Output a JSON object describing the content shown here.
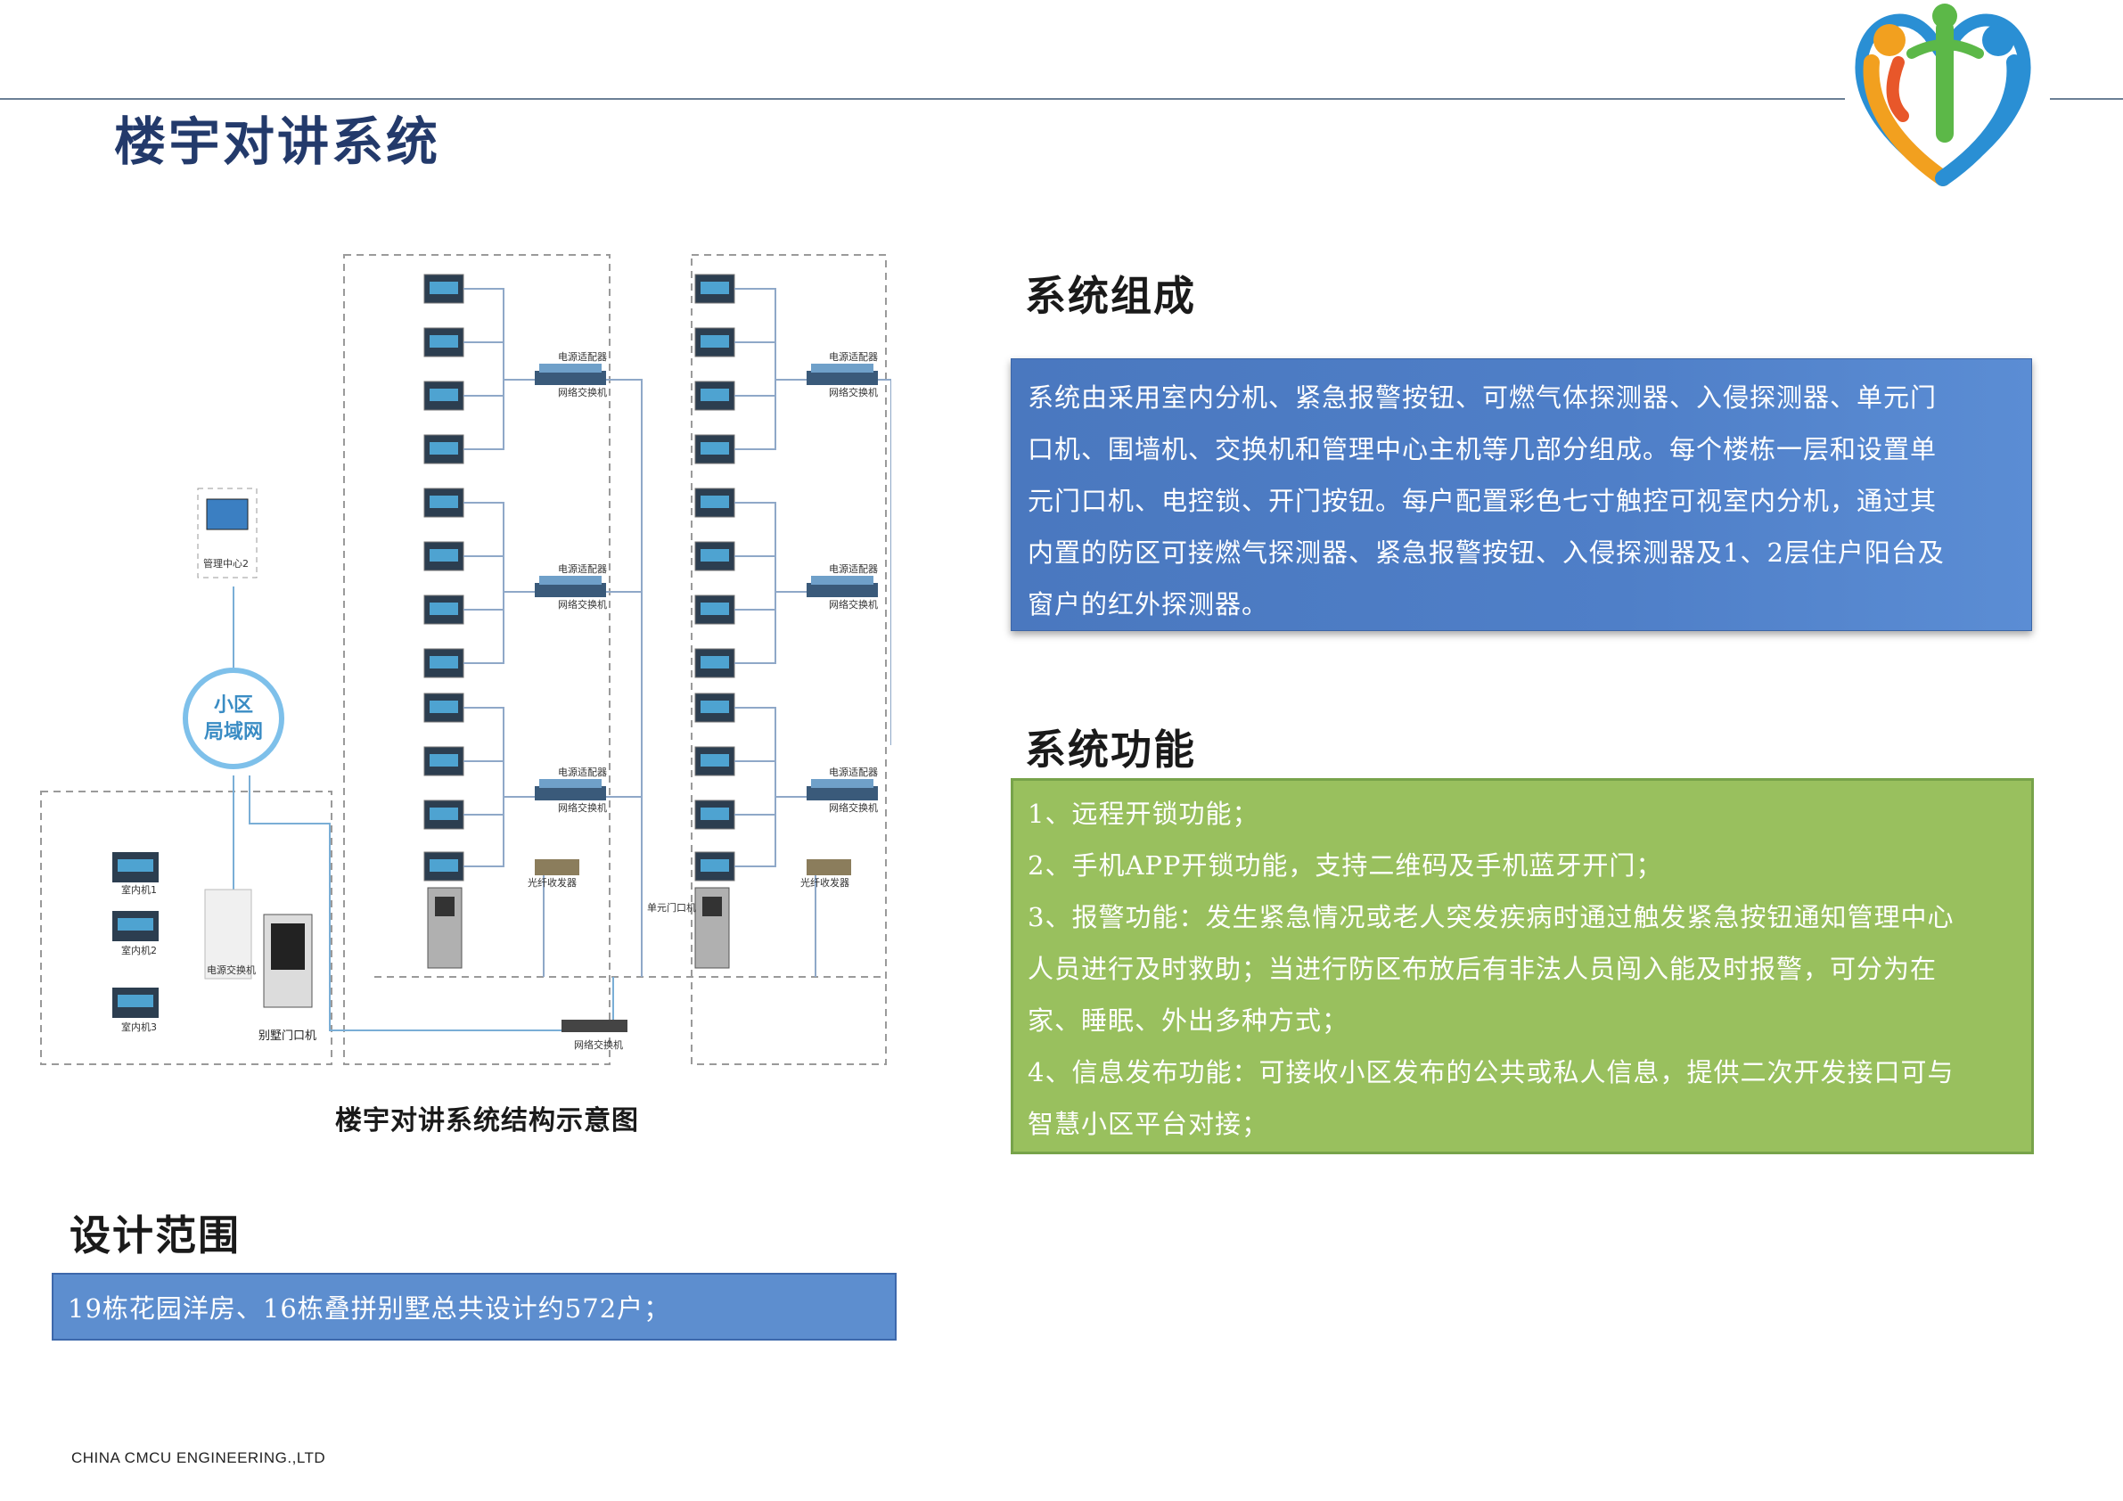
{
  "page": {
    "title": "楼宇对讲系统",
    "logo_icon": "people-heart-logo-icon"
  },
  "composition": {
    "heading": "系统组成",
    "lines": [
      "系统由采用室内分机、紧急报警按钮、可燃气体探测器、入侵探测器、单元门",
      "口机、围墙机、交换机和管理中心主机等几部分组成。每个楼栋一层和设置单",
      "元门口机、电控锁、开门按钮。每户配置彩色七寸触控可视室内分机，通过其",
      "内置的防区可接燃气探测器、紧急报警按钮、入侵探测器及1、2层住户阳台及",
      "窗户的红外探测器。"
    ]
  },
  "functions": {
    "heading": "系统功能",
    "lines": [
      "1、远程开锁功能；",
      "2、手机APP开锁功能，支持二维码及手机蓝牙开门；",
      "3、报警功能：发生紧急情况或老人突发疾病时通过触发紧急按钮通知管理中心",
      "人员进行及时救助；当进行防区布放后有非法人员闯入能及时报警，可分为在",
      "家、睡眠、外出多种方式；",
      "4、信息发布功能：可接收小区发布的公共或私人信息，提供二次开发接口可与",
      "智慧小区平台对接；"
    ]
  },
  "scope": {
    "heading": "设计范围",
    "text": "19栋花园洋房、16栋叠拼别墅总共设计约572户；"
  },
  "diagram": {
    "caption": "楼宇对讲系统结构示意图",
    "labels": {
      "management_center": "管理中心2",
      "lan": "小区",
      "lan2": "局域网",
      "power_dist": "电源适配器",
      "net_switch": "网络交换机",
      "fiber": "光纤收发器",
      "unit_door": "单元门口机",
      "indoor1": "室内机1",
      "indoor2": "室内机2",
      "indoor3": "室内机3",
      "power_switch": "电源交换机",
      "villa_door": "别墅门口机",
      "main_switch": "网络交换机"
    }
  },
  "footer": {
    "company": "CHINA CMCU ENGINEERING.,LTD"
  },
  "colors": {
    "title": "#233a6b",
    "blue_box": "#4f7fc8",
    "green_box": "#99c05e",
    "scope_box": "#5d8ecf"
  }
}
